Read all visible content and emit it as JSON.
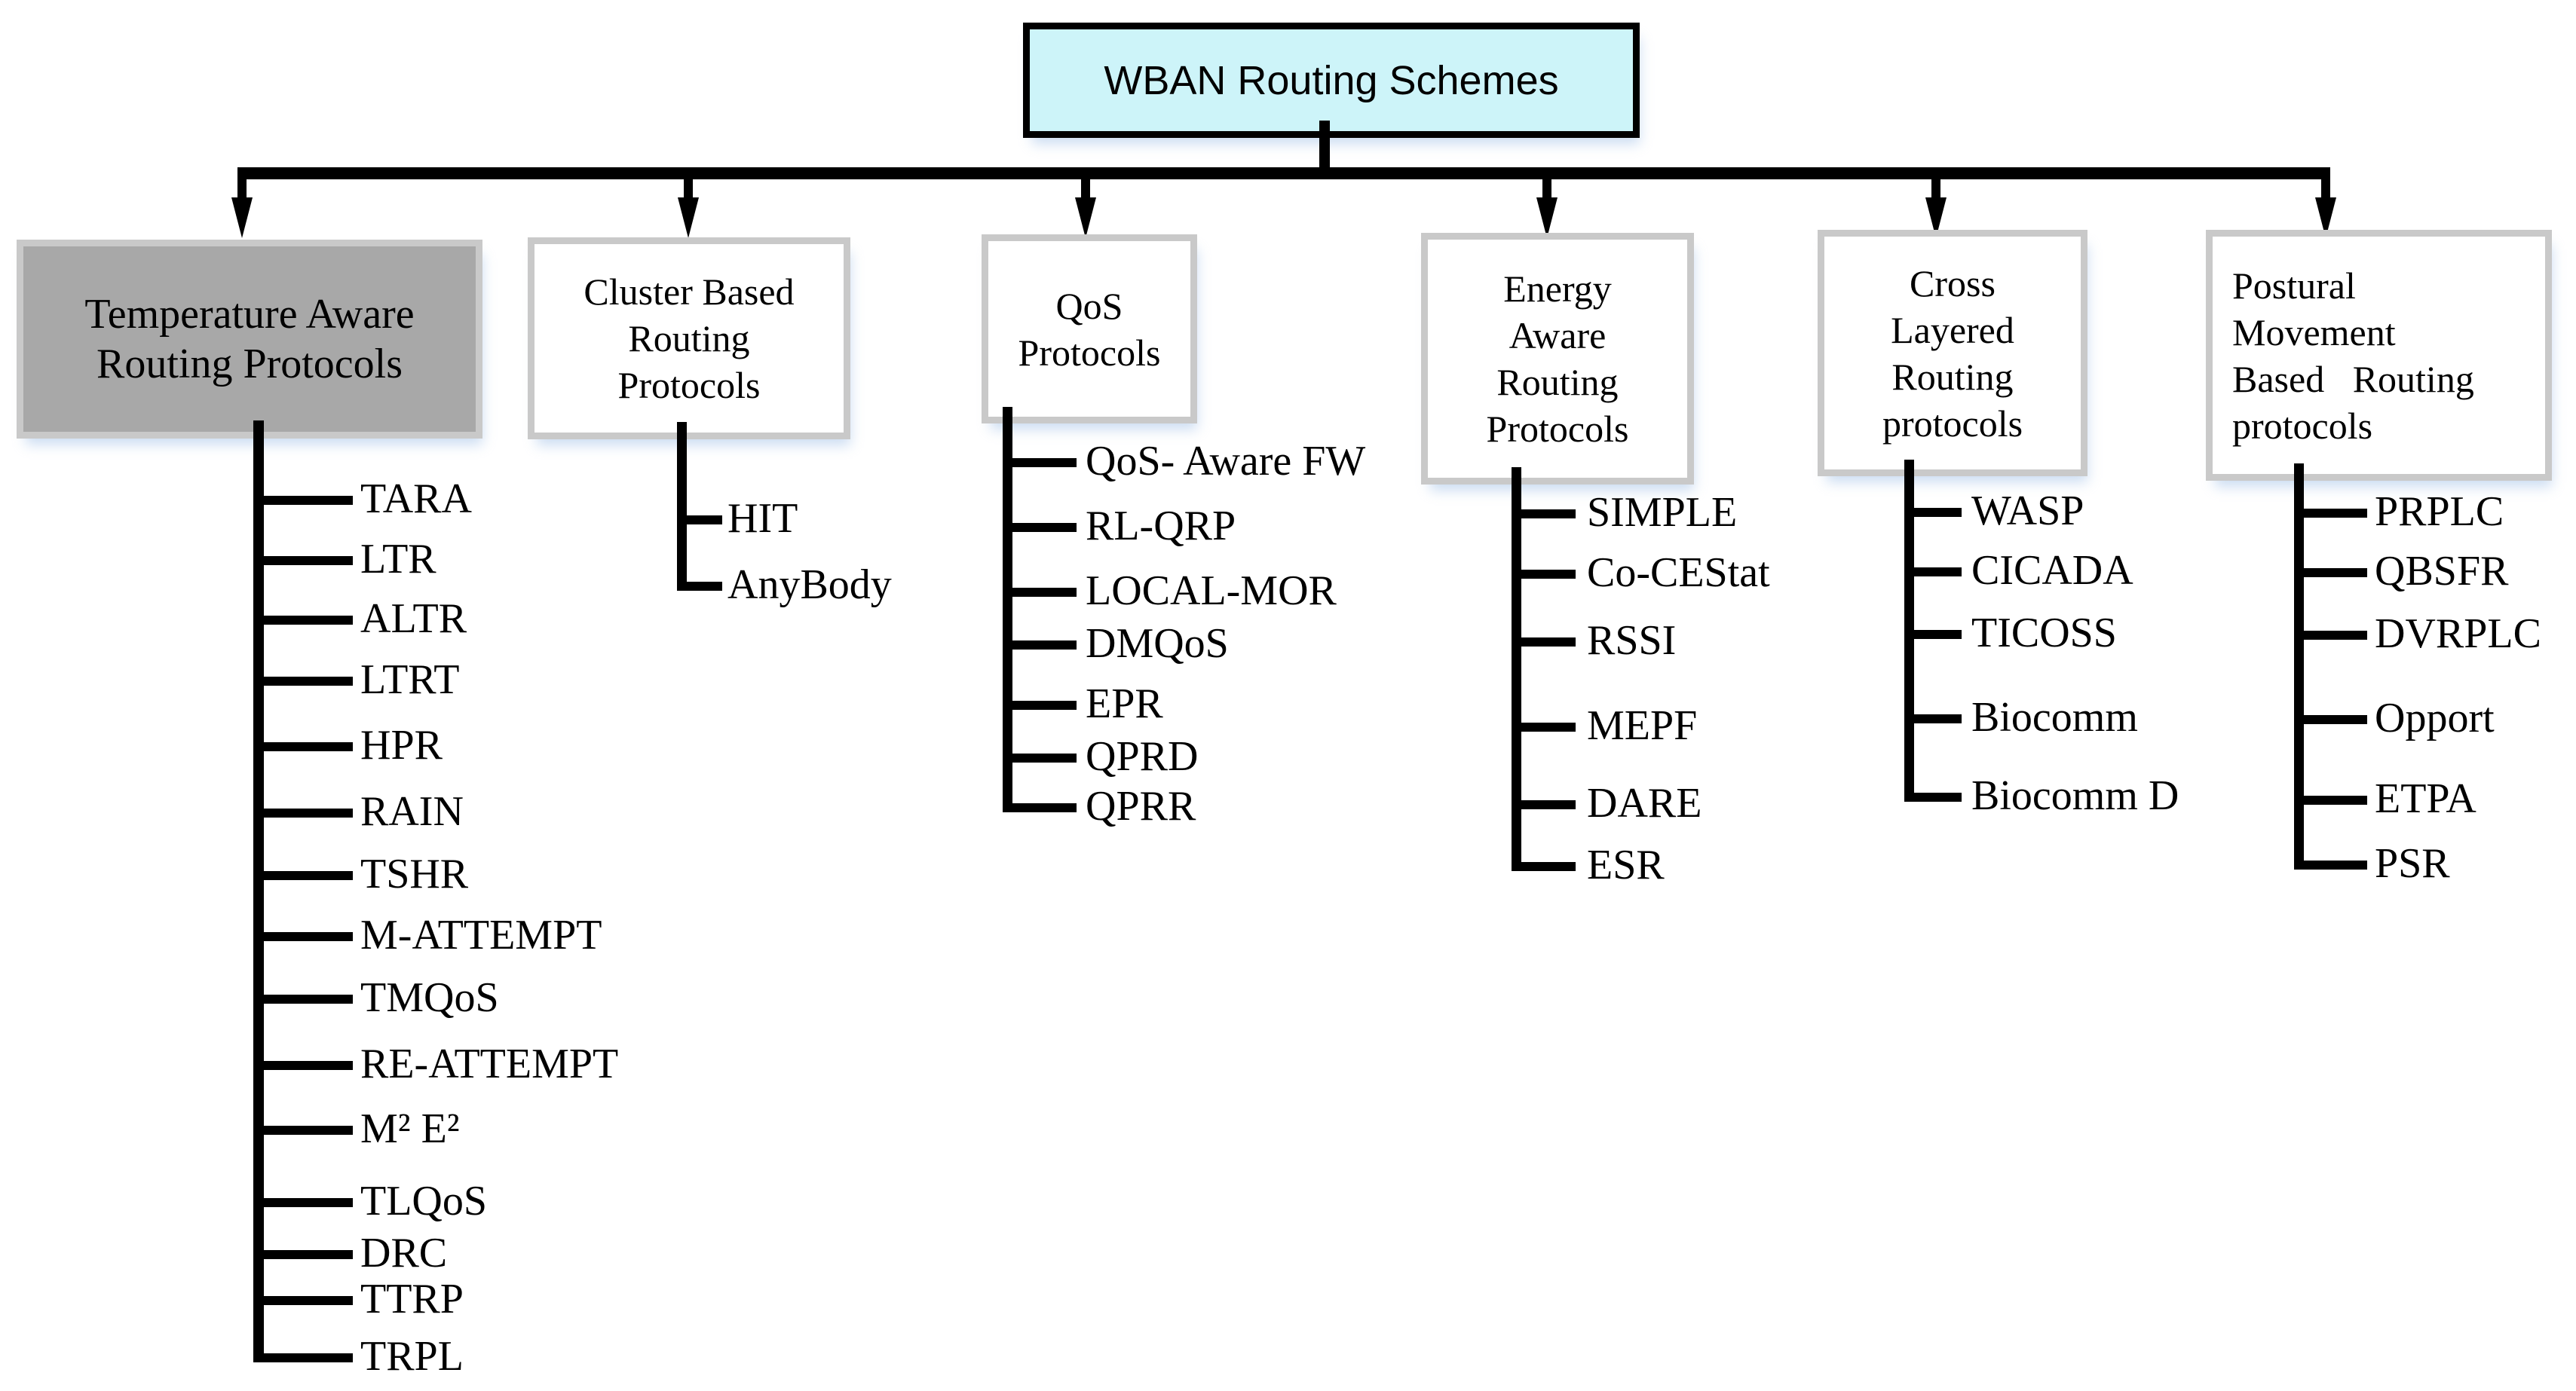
{
  "root": {
    "label": "WBAN Routing Schemes"
  },
  "colors": {
    "root_fill": "#cdf4f9",
    "root_border": "#000000",
    "box_border": "#c9c9c9",
    "box_fill": "#ffffff",
    "category1_fill": "#a8a8a8",
    "line": "#000000",
    "shadow": "#8db3e273"
  },
  "categories": [
    {
      "label": "Temperature Aware\nRouting Protocols",
      "items": [
        "TARA",
        "LTR",
        "ALTR",
        "LTRT",
        "HPR",
        "RAIN",
        "TSHR",
        "M-ATTEMPT",
        "TMQoS",
        "RE-ATTEMPT",
        "M² E²",
        "TLQoS",
        "DRC",
        "TTRP",
        "TRPL"
      ]
    },
    {
      "label": "Cluster Based\nRouting\nProtocols",
      "items": [
        "HIT",
        "AnyBody"
      ]
    },
    {
      "label": "QoS\nProtocols",
      "items": [
        "QoS- Aware FW",
        "RL-QRP",
        "LOCAL-MOR",
        "DMQoS",
        "EPR",
        "QPRD",
        "QPRR"
      ]
    },
    {
      "label": "Energy\nAware\nRouting\nProtocols",
      "items": [
        "SIMPLE",
        "Co-CEStat",
        "RSSI",
        "MEPF",
        "DARE",
        "ESR"
      ]
    },
    {
      "label": "Cross\nLayered\nRouting\nprotocols",
      "items": [
        "WASP",
        "CICADA",
        "TICOSS",
        "Biocomm",
        "Biocomm D"
      ]
    },
    {
      "label": "Postural\nMovement\nBased   Routing\nprotocols",
      "items": [
        "PRPLC",
        "QBSFR",
        "DVRPLC",
        "Opport",
        "ETPA",
        "PSR"
      ]
    }
  ]
}
